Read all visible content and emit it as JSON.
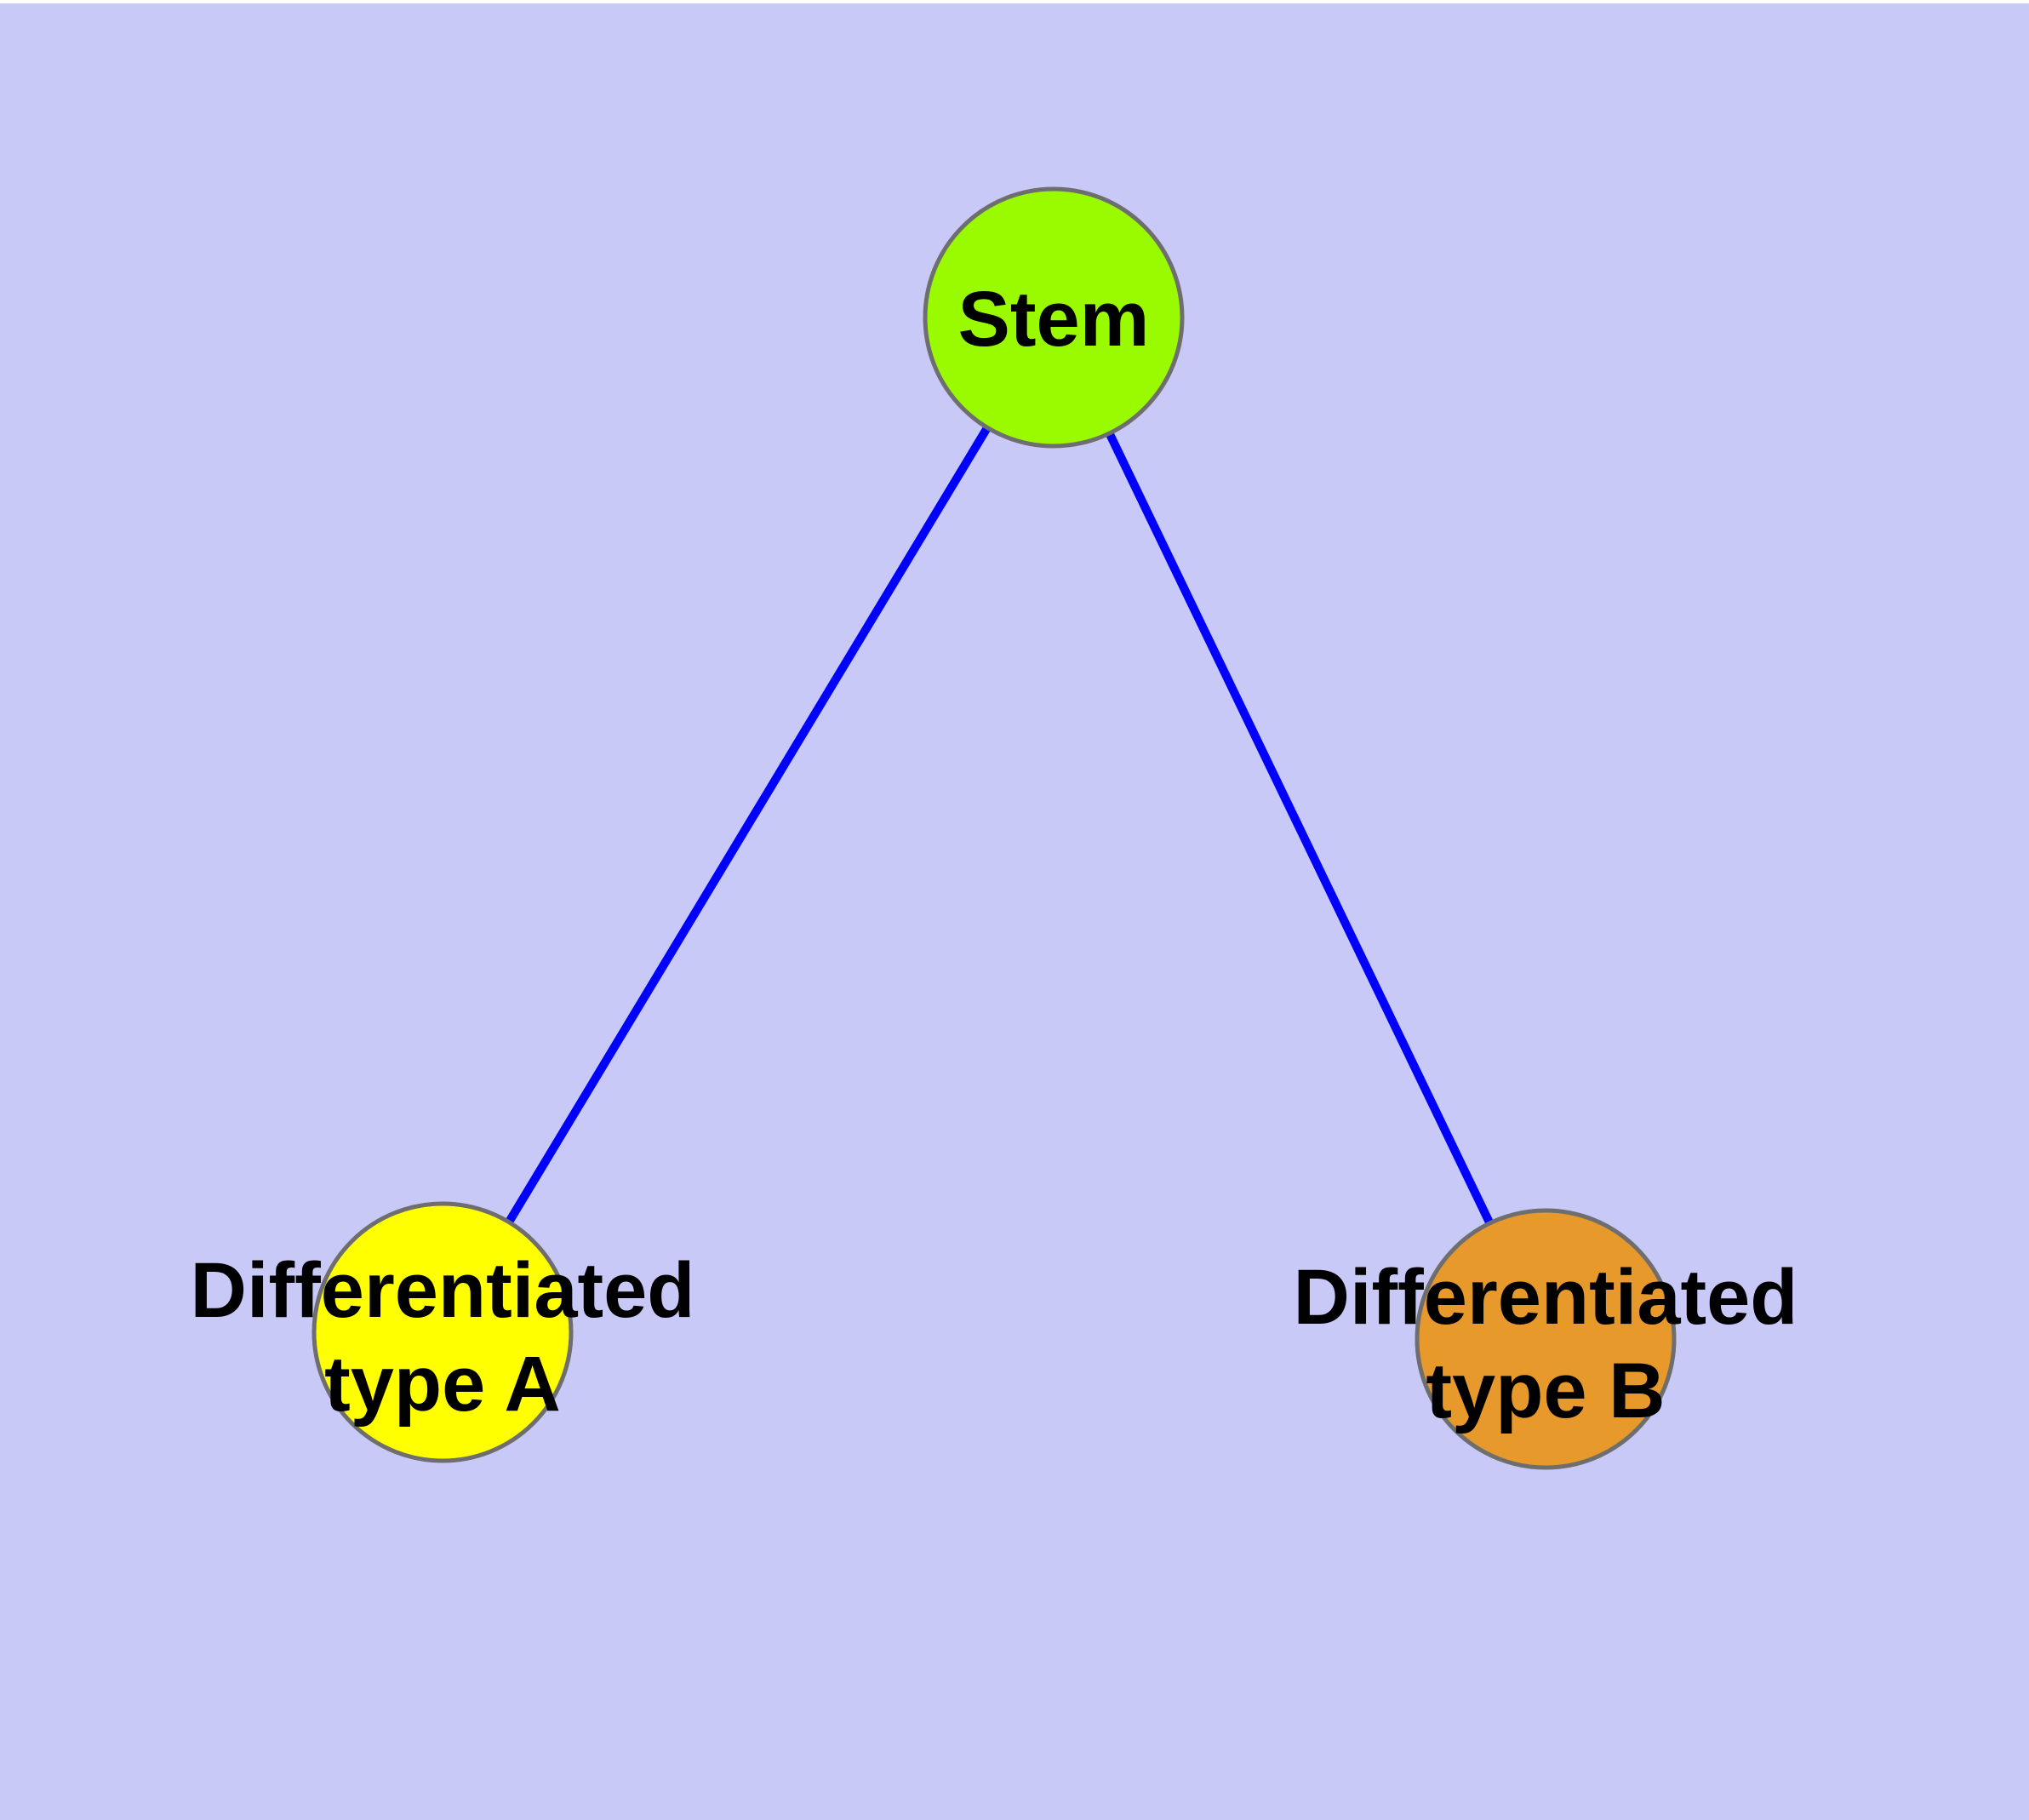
{
  "diagram": {
    "background_color": "#C9C9F8",
    "edge_color": "#0000FF",
    "node_border_color": "#6E6E6E",
    "label_color": "#000000",
    "nodes": [
      {
        "id": "stem",
        "label": "Stem",
        "fill": "#9AFB00"
      },
      {
        "id": "differentiated-type-a",
        "label_line1": "Differentiated",
        "label_line2": "type A",
        "fill": "#FFFF00"
      },
      {
        "id": "differentiated-type-b",
        "label_line1": "Differentiated",
        "label_line2": "type B",
        "fill": "#E8992B"
      }
    ],
    "edges": [
      {
        "from": "Stem",
        "to": "Differentiated type A"
      },
      {
        "from": "Stem",
        "to": "Differentiated type B"
      }
    ]
  }
}
